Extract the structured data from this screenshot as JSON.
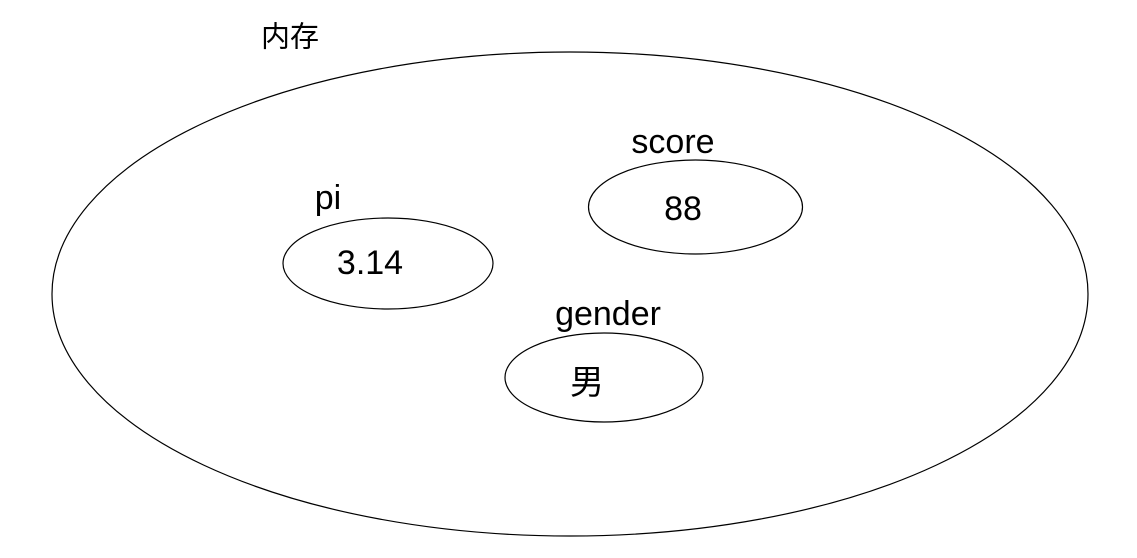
{
  "diagram": {
    "container_label": "内存",
    "variables": [
      {
        "name": "pi",
        "value": "3.14"
      },
      {
        "name": "score",
        "value": "88"
      },
      {
        "name": "gender",
        "value": "男"
      }
    ]
  }
}
